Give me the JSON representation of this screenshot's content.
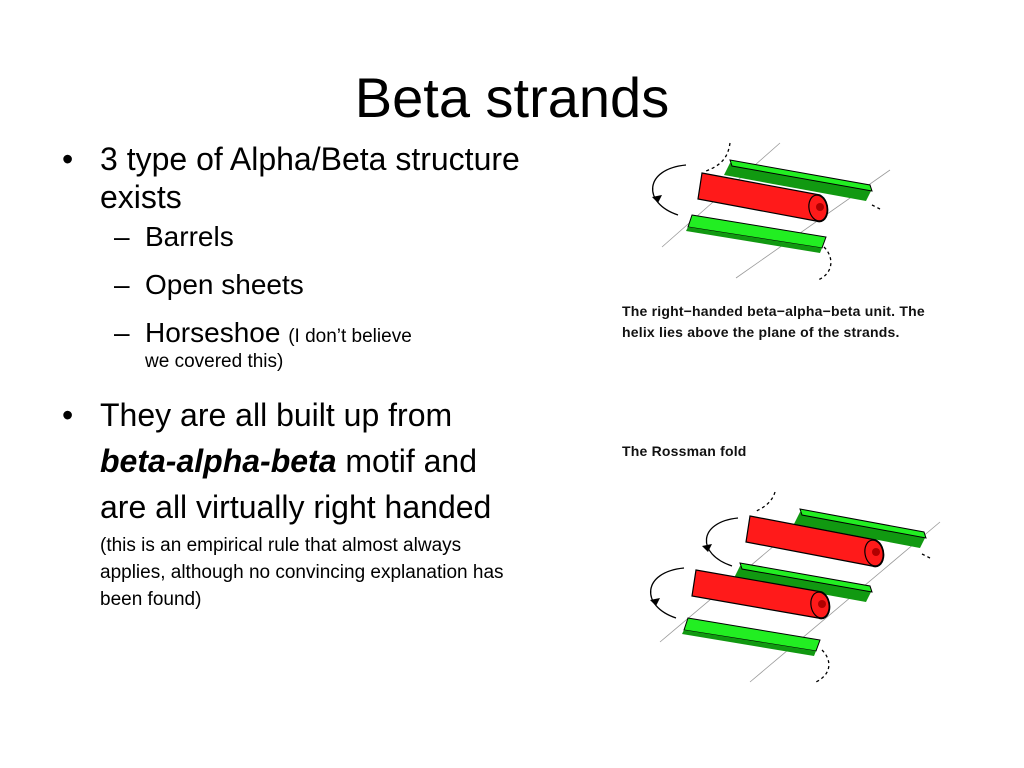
{
  "slide": {
    "title": "Beta strands",
    "bullets": [
      {
        "text": "3 type of Alpha/Beta structure exists",
        "sub": [
          "Barrels",
          "Open sheets",
          "Horseshoe"
        ],
        "sub_note_main": "(I don’t believe",
        "sub_note_cont": "we covered this)"
      },
      {
        "text_pre": "They are all built up from",
        "text_emph": "beta-alpha-beta",
        "text_post": "motif and are all virtually right handed",
        "note": "(this is an empirical rule that almost always applies, although no convincing explanation has been found)"
      }
    ],
    "figures": [
      {
        "caption": "The right−handed beta−alpha−beta unit. The helix lies above the plane of the strands."
      },
      {
        "caption": "The Rossman fold"
      }
    ]
  },
  "colors": {
    "helix": "#ff1a1a",
    "helix_shade": "#b00000",
    "strand": "#22ee22",
    "strand_shade": "#119911"
  }
}
